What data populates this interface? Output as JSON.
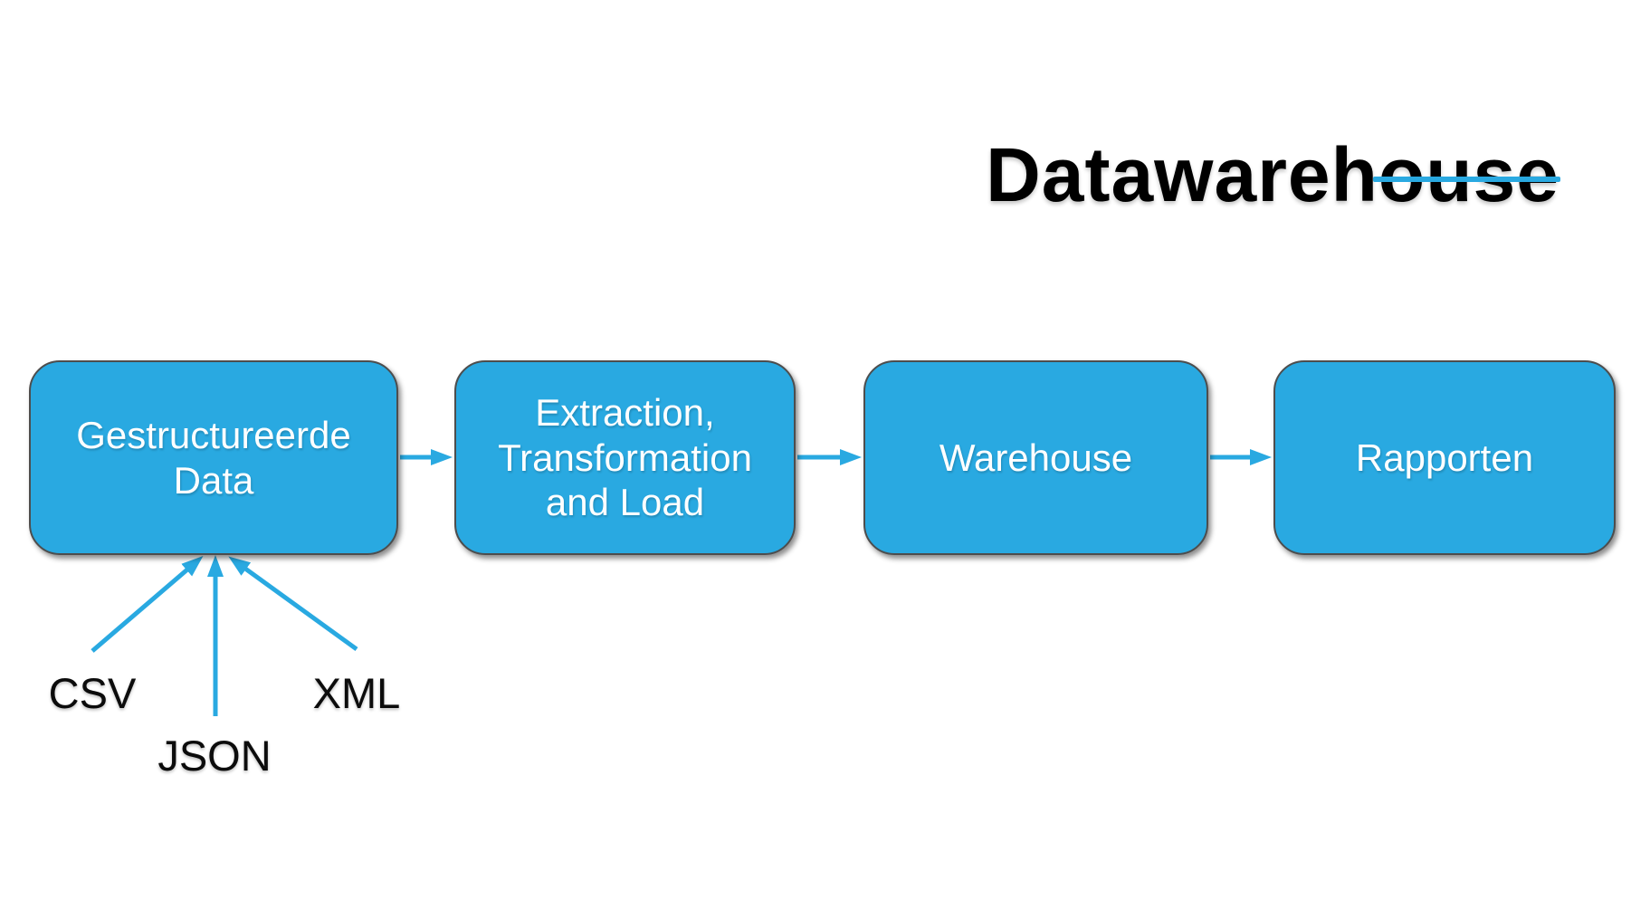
{
  "slide": {
    "title": "Datawarehouse",
    "colors": {
      "accent_blue": "#29A9E1",
      "node_fill": "#29A9E1",
      "node_border": "#4D4D4D",
      "node_text": "#FFFFFF",
      "title_text": "#000000",
      "source_text": "#0C0C0C",
      "background": "#FFFFFF"
    },
    "diagram": {
      "nodes": [
        {
          "id": "source-data",
          "label": "Gestructureerde Data"
        },
        {
          "id": "etl",
          "label": "Extraction, Transformation and Load"
        },
        {
          "id": "warehouse",
          "label": "Warehouse"
        },
        {
          "id": "rapporten",
          "label": "Rapporten"
        }
      ],
      "connections": [
        {
          "from": "Gestructureerde Data",
          "to": "Extraction, Transformation and Load"
        },
        {
          "from": "Extraction, Transformation and Load",
          "to": "Warehouse"
        },
        {
          "from": "Warehouse",
          "to": "Rapporten"
        }
      ],
      "sources": [
        {
          "id": "csv",
          "label": "CSV",
          "feeds": "Gestructureerde Data"
        },
        {
          "id": "json",
          "label": "JSON",
          "feeds": "Gestructureerde Data"
        },
        {
          "id": "xml",
          "label": "XML",
          "feeds": "Gestructureerde Data"
        }
      ]
    }
  }
}
